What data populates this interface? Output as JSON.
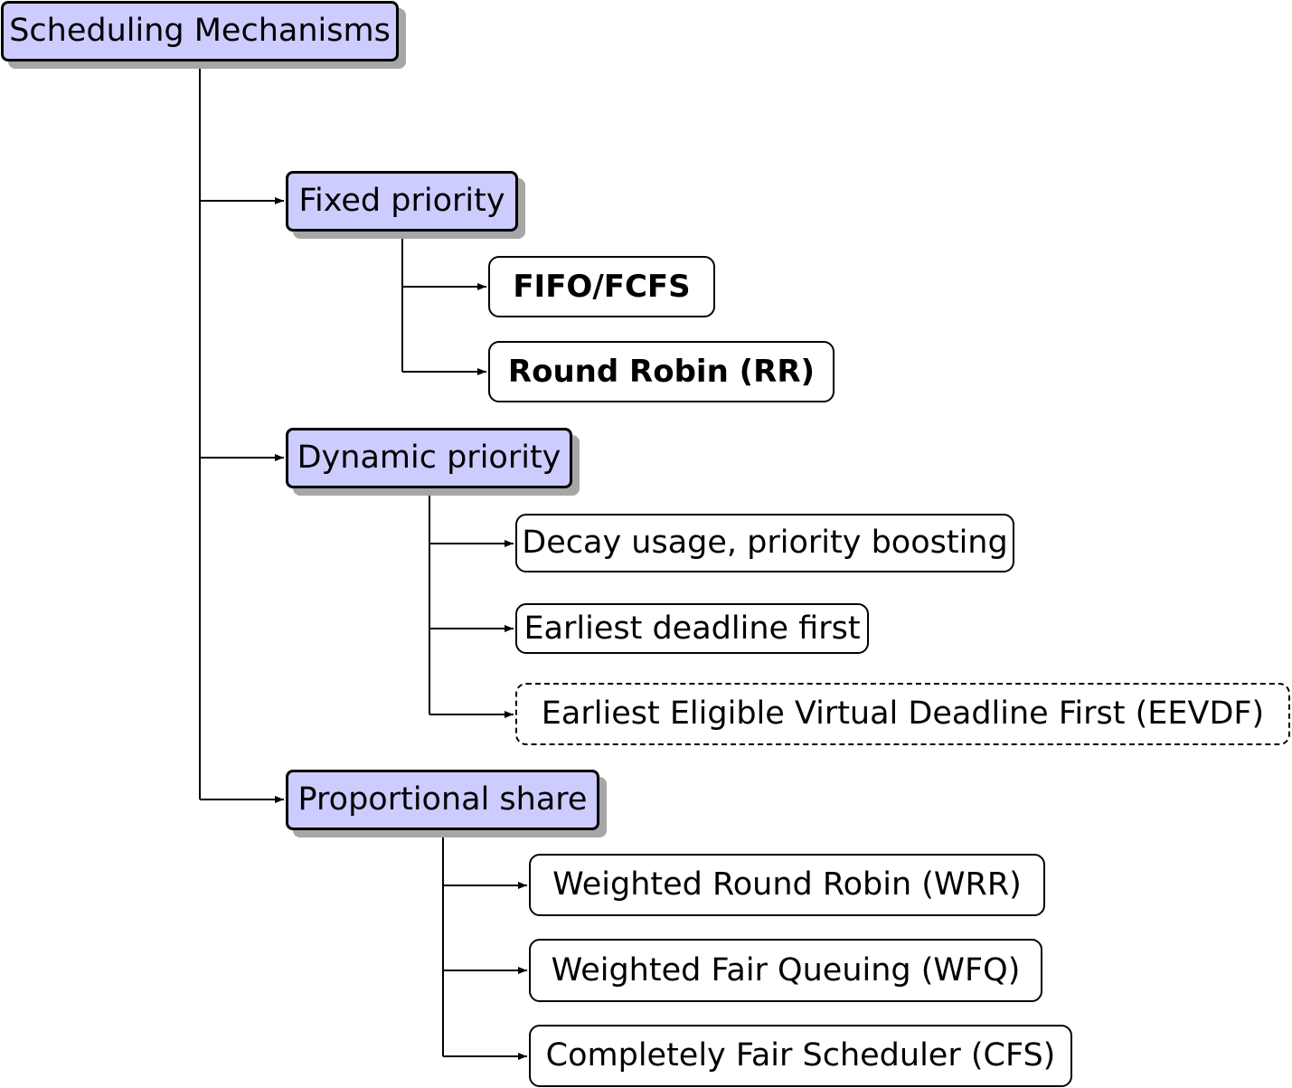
{
  "root": {
    "label": "Scheduling Mechanisms",
    "fill": "#ccccff"
  },
  "categories": [
    {
      "label": "Fixed priority",
      "children": [
        {
          "label": "FIFO/FCFS",
          "bold": true
        },
        {
          "label": "Round Robin (RR)",
          "bold": true
        }
      ]
    },
    {
      "label": "Dynamic priority",
      "children": [
        {
          "label": "Decay usage, priority boosting"
        },
        {
          "label": "Earliest deadline first"
        },
        {
          "label": "Earliest Eligible Virtual Deadline First (EEVDF)",
          "dashed": true
        }
      ]
    },
    {
      "label": "Proportional share",
      "children": [
        {
          "label": "Weighted Round Robin (WRR)"
        },
        {
          "label": "Weighted Fair Queuing (WFQ)"
        },
        {
          "label": "Completely Fair Scheduler (CFS)"
        }
      ]
    }
  ],
  "colors": {
    "category_fill": "#ccccff",
    "shadow": "#a6a6a6",
    "line": "#000000"
  }
}
